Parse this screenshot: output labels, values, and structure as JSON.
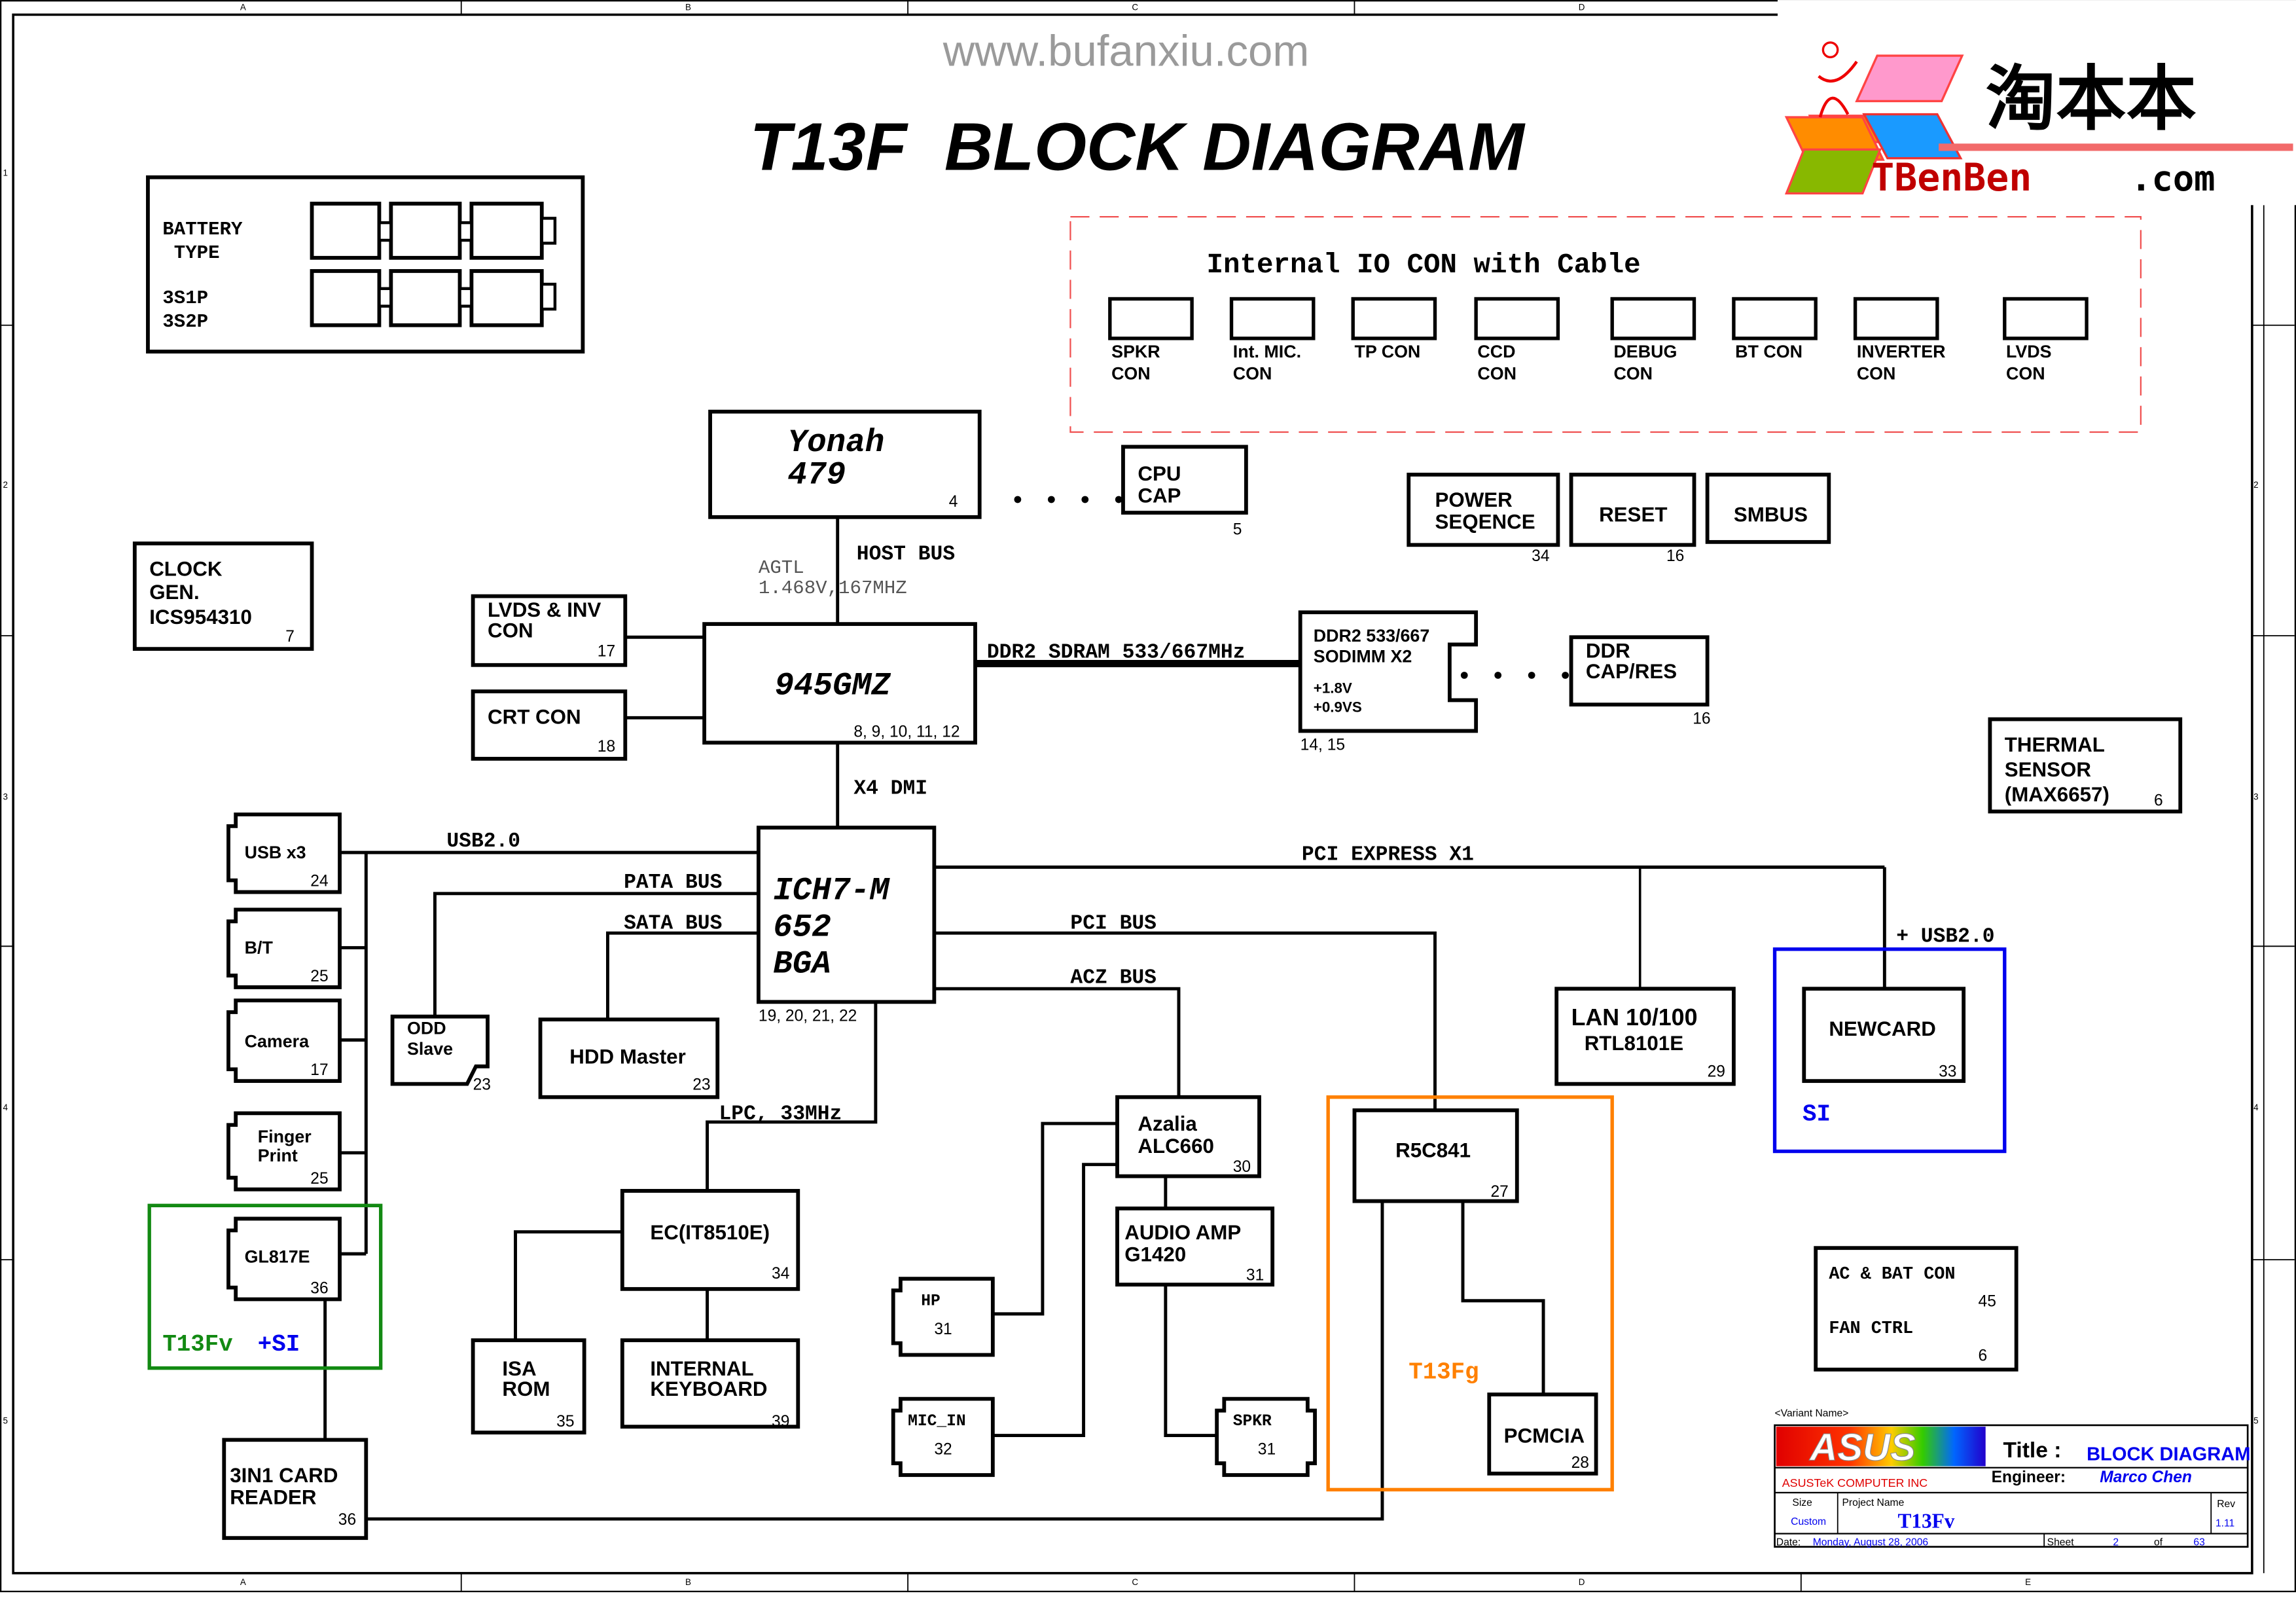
{
  "watermark": "www.bufanxiu.com",
  "title": "T13F  BLOCK DIAGRAM",
  "logo": {
    "cn_text": "淘本本",
    "en_text_red": "TBenBen",
    "en_text_black": ".com"
  },
  "frame": {
    "columns": [
      "A",
      "B",
      "C",
      "D",
      "E"
    ],
    "rows": [
      "1",
      "2",
      "3",
      "4",
      "5"
    ]
  },
  "battery": {
    "label_line1": "BATTERY",
    "label_line2": " TYPE",
    "type1": "3S1P",
    "type2": "3S2P"
  },
  "io_box": {
    "heading": "Internal IO CON with Cable",
    "connectors": [
      {
        "line1": "SPKR",
        "line2": "CON"
      },
      {
        "line1": "Int. MIC.",
        "line2": "CON"
      },
      {
        "line1": "TP CON",
        "line2": ""
      },
      {
        "line1": "CCD",
        "line2": "CON"
      },
      {
        "line1": "DEBUG",
        "line2": "CON"
      },
      {
        "line1": "BT CON",
        "line2": ""
      },
      {
        "line1": "INVERTER",
        "line2": "CON"
      },
      {
        "line1": "LVDS",
        "line2": "CON"
      }
    ]
  },
  "blocks": {
    "cpu": {
      "line1": "Yonah",
      "line2": "479",
      "page": "4"
    },
    "cpu_cap": {
      "line1": "CPU",
      "line2": "CAP",
      "page": "5"
    },
    "power_seq": {
      "line1": "POWER",
      "line2": "SEQENCE",
      "page": "34"
    },
    "reset": {
      "label": "RESET",
      "page": "16"
    },
    "smbus": {
      "label": "SMBUS"
    },
    "clock": {
      "line1": "CLOCK",
      "line2": "GEN.",
      "line3": "ICS954310",
      "page": "7"
    },
    "lvds": {
      "line1": "LVDS & INV",
      "line2": "CON",
      "page": "17"
    },
    "crt": {
      "label": "CRT CON",
      "page": "18"
    },
    "gmch": {
      "label": "945GMZ",
      "page": "8, 9, 10, 11, 12"
    },
    "sodimm": {
      "line1": "DDR2 533/667",
      "line2": "SODIMM X2",
      "v1": "+1.8V",
      "v2": "+0.9VS",
      "page": "14, 15"
    },
    "ddr_cap": {
      "line1": "DDR",
      "line2": "CAP/RES",
      "page": "16"
    },
    "thermal": {
      "line1": "THERMAL",
      "line2": "SENSOR",
      "line3": "(MAX6657)",
      "page": "6"
    },
    "ich": {
      "line1": "ICH7-M",
      "line2": "652",
      "line3": "BGA",
      "page": "19, 20, 21, 22"
    },
    "usb": {
      "label": "USB x3",
      "page": "24"
    },
    "bt": {
      "label": "B/T",
      "page": "25"
    },
    "camera": {
      "label": "Camera",
      "page": "17"
    },
    "finger": {
      "line1": "Finger",
      "line2": "Print",
      "page": "25"
    },
    "gl817": {
      "label": "GL817E",
      "page": "36"
    },
    "odd": {
      "line1": "ODD",
      "line2": "Slave",
      "page": "23"
    },
    "hdd": {
      "label": "HDD Master",
      "page": "23"
    },
    "lan": {
      "line1": "LAN 10/100",
      "line2": "RTL8101E",
      "page": "29"
    },
    "newcard": {
      "label": "NEWCARD",
      "page": "33"
    },
    "azalia": {
      "line1": "Azalia",
      "line2": "ALC660",
      "page": "30"
    },
    "amp": {
      "line1": "AUDIO AMP",
      "line2": "G1420",
      "page": "31"
    },
    "hp": {
      "label": "HP",
      "page": "31"
    },
    "mic": {
      "label": "MIC_IN",
      "page": "32"
    },
    "spkr": {
      "label": "SPKR",
      "page": "31"
    },
    "r5c": {
      "label": "R5C841",
      "page": "27"
    },
    "pcmcia": {
      "label": "PCMCIA",
      "page": "28"
    },
    "ec": {
      "label": "EC(IT8510E)",
      "page": "34"
    },
    "isa": {
      "line1": "ISA",
      "line2": "ROM",
      "page": "35"
    },
    "kbd": {
      "line1": "INTERNAL",
      "line2": "KEYBOARD",
      "page": "39"
    },
    "cardreader": {
      "line1": "3IN1 CARD",
      "line2": "READER",
      "page": "36"
    },
    "acbat": {
      "line1": "AC & BAT CON",
      "page1": "45",
      "line2": "FAN CTRL",
      "page2": "6"
    }
  },
  "buses": {
    "host": "HOST BUS",
    "agtl1": "AGTL",
    "agtl2": "1.468V,167MHZ",
    "ddr2": "DDR2 SDRAM 533/667MHz",
    "dmi": "X4 DMI",
    "usb": "USB2.0",
    "pata": "PATA BUS",
    "sata": "SATA BUS",
    "pcie": "PCI EXPRESS X1",
    "pci": "PCI BUS",
    "acz": "ACZ BUS",
    "lpc": "LPC, 33MHz",
    "usb_plus": "+ USB2.0"
  },
  "variants": {
    "si": "SI",
    "t13fv": "T13Fv",
    "plus_si": "+SI",
    "t13fg": "T13Fg"
  },
  "colors": {
    "io_dash": "#f05050",
    "si_box": "#0000ee",
    "t13fv_box": "#138a13",
    "t13fg_box": "#ff8000",
    "title_blue": "#0000ee",
    "asus_red": "#e00000"
  },
  "title_block": {
    "variant_label": "<Variant Name>",
    "logo": "ASUS",
    "title_label": "Title :",
    "title_value": "BLOCK DIAGRAM",
    "company": "ASUSTeK COMPUTER INC",
    "engineer_label": "Engineer:",
    "engineer_value": "Marco Chen",
    "size_label": "Size",
    "size_value": "Custom",
    "project_label": "Project Name",
    "project_value": "T13Fv",
    "rev_label": "Rev",
    "rev_value": "1.11",
    "date_label": "Date:",
    "date_value": "Monday, August 28, 2006",
    "sheet_label": "Sheet",
    "sheet_value": "2",
    "of_label": "of",
    "sheet_total": "63"
  }
}
